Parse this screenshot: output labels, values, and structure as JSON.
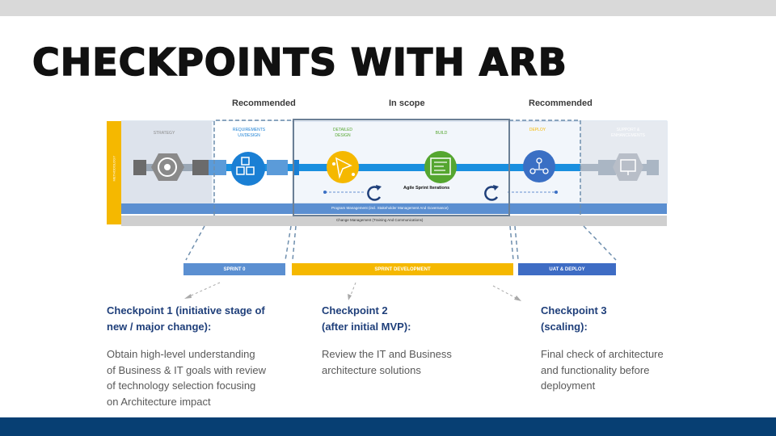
{
  "title": "CHECKPOINTS WITH ARB",
  "column_headers": {
    "left": "Recommended",
    "center": "In scope",
    "right": "Recommended"
  },
  "methodology_label": "METHODOLOGY",
  "stages": [
    {
      "label": "STRATEGY",
      "icon": "eye-gear-icon",
      "color": "#9a9a9a"
    },
    {
      "label_line1": "REQUIREMENTS",
      "label_line2": "UX/DESIGN",
      "icon": "cubes-icon",
      "color": "#1a7fd4"
    },
    {
      "label_line1": "DETAILED",
      "label_line2": "DESIGN",
      "icon": "pen-tool-icon",
      "color": "#f5b800"
    },
    {
      "label": "BUILD",
      "icon": "code-screen-icon",
      "color": "#55a630"
    },
    {
      "label": "DEPLOY",
      "icon": "network-icon",
      "color": "#3a6fc4"
    },
    {
      "label_line1": "SUPPORT &",
      "label_line2": "ENHANCEMENTS",
      "icon": "support-screen-icon",
      "color": "#b0b0b0"
    }
  ],
  "agile_label": "Agile Sprint Iterations",
  "program_management": "Program Management (incl. Stakeholder Management And Governance)",
  "change_management": "Change Management (Training And Communications)",
  "sprints": [
    {
      "label": "SPRINT 0",
      "color": "#5b8fd1"
    },
    {
      "label": "SPRINT DEVELOPMENT",
      "color": "#f5b800"
    },
    {
      "label": "UAT & DEPLOY",
      "color": "#3e6cc4"
    }
  ],
  "checkpoints": [
    {
      "title_line1": "Checkpoint 1 (initiative stage of",
      "title_line2": "new / major change):",
      "body": [
        "Obtain high-level understanding",
        "of Business & IT goals with review",
        "of technology selection focusing",
        "on Architecture impact"
      ]
    },
    {
      "title_line1": "Checkpoint 2",
      "title_line2": "(after initial MVP):",
      "body": [
        "Review the IT and Business",
        "architecture solutions"
      ]
    },
    {
      "title_line1": "Checkpoint 3",
      "title_line2": "(scaling):",
      "body": [
        "Final check of architecture",
        "and functionality before",
        "deployment"
      ]
    }
  ]
}
